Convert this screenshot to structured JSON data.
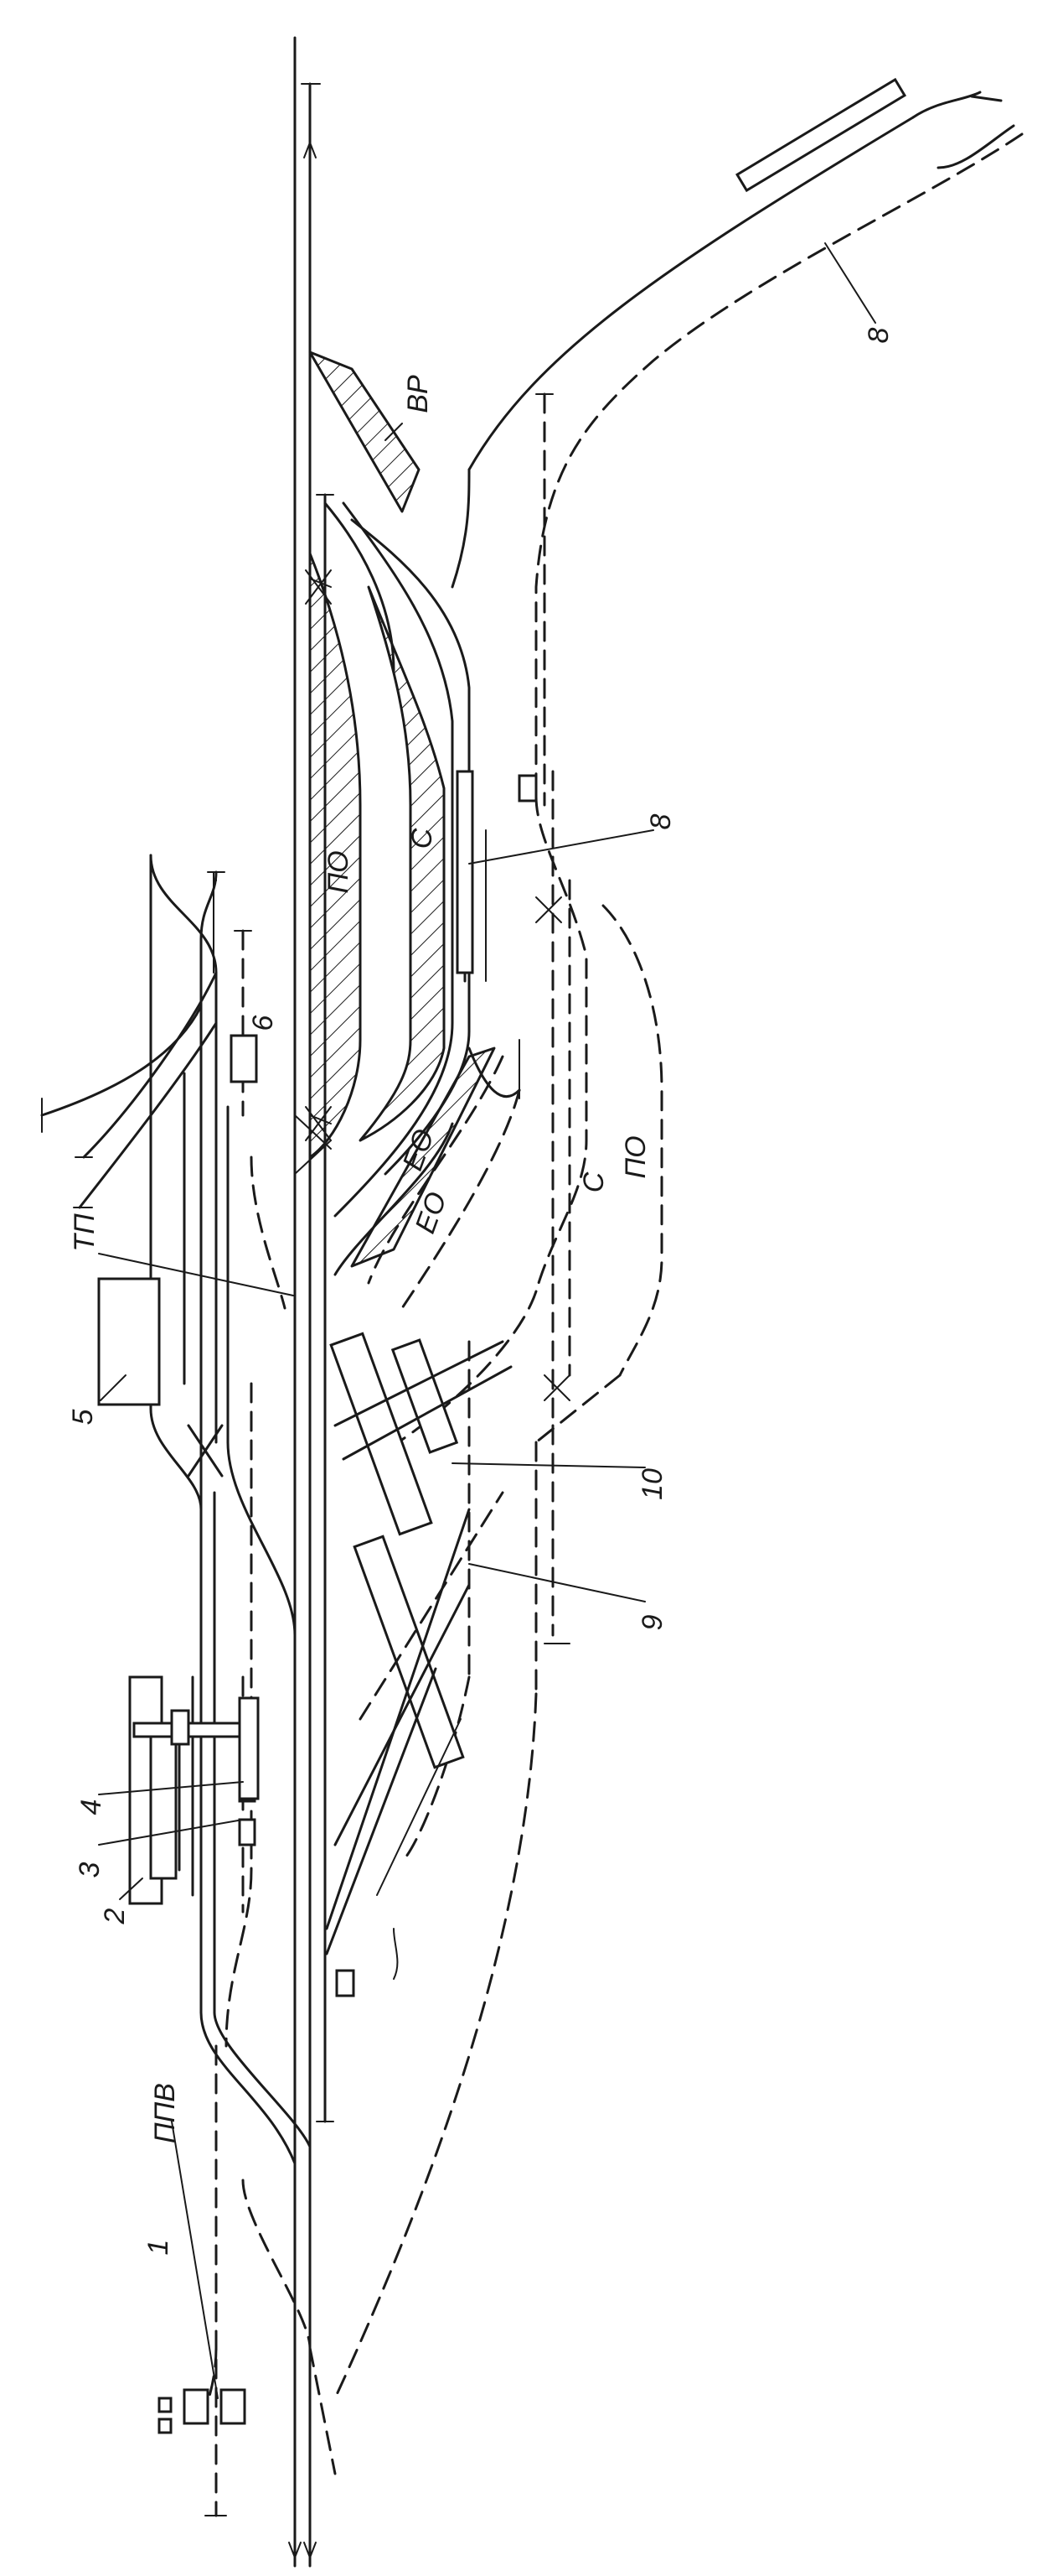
{
  "labels": {
    "ppv": "ППВ",
    "tp": "ТП",
    "vr": "ВР",
    "po_top": "ПО",
    "s_top": "С",
    "eo_upper": "ЕО",
    "eo_lower": "ЕО",
    "s_lower": "С",
    "po_lower": "ПО",
    "n1": "1",
    "n2": "2",
    "n3": "3",
    "n4": "4",
    "n5": "5",
    "n6": "6",
    "n8_top": "8",
    "n8_mid": "8",
    "n9": "9",
    "n10": "10"
  },
  "colors": {
    "line": "#1a1a1a",
    "background": "#ffffff"
  }
}
